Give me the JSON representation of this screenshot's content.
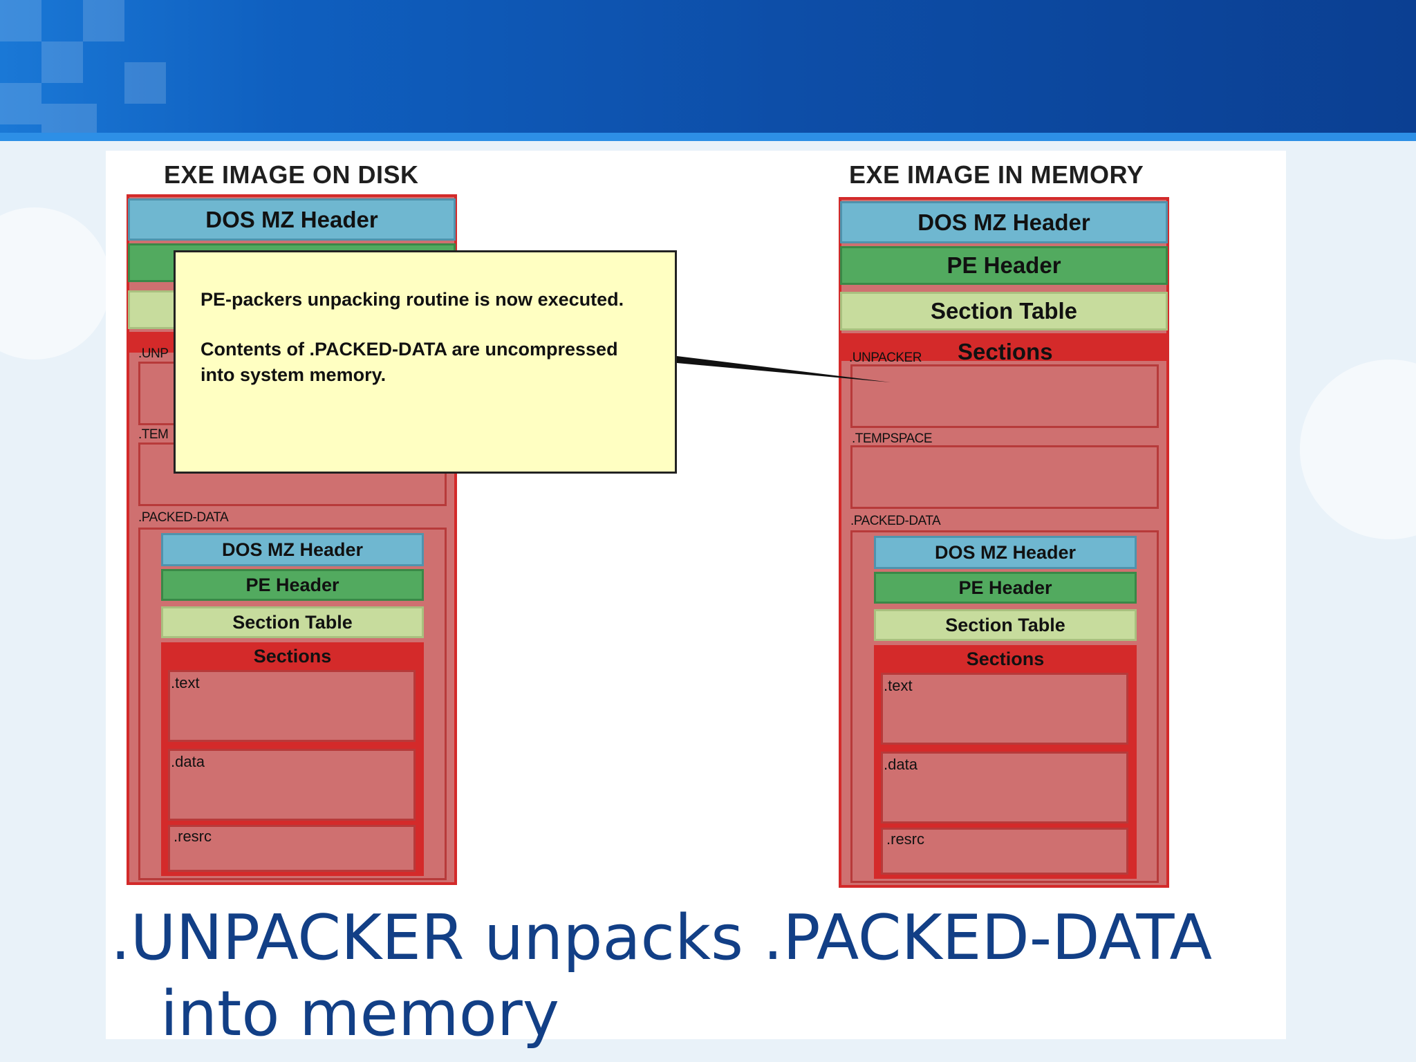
{
  "disk": {
    "title": "EXE IMAGE ON DISK",
    "dos_header": "DOS MZ Header",
    "unpacker_label": ".UNP",
    "tempspace_label": ".TEM",
    "packed_label": ".PACKED-DATA",
    "packed": {
      "dos_header": "DOS MZ Header",
      "pe_header": "PE Header",
      "section_table": "Section Table",
      "sections_title": "Sections",
      "text": ".text",
      "data": ".data",
      "resrc": ".resrc"
    }
  },
  "memory": {
    "title": "EXE IMAGE IN MEMORY",
    "dos_header": "DOS MZ Header",
    "pe_header": "PE Header",
    "section_table": "Section Table",
    "sections_title": "Sections",
    "unpacker_label": ".UNPACKER",
    "tempspace_label": ".TEMPSPACE",
    "packed_label": ".PACKED-DATA",
    "packed": {
      "dos_header": "DOS MZ Header",
      "pe_header": "PE Header",
      "section_table": "Section Table",
      "sections_title": "Sections",
      "text": ".text",
      "data": ".data",
      "resrc": ".resrc"
    }
  },
  "callout": {
    "line1": "PE-packers unpacking routine is now executed.",
    "line2": "Contents of .PACKED-DATA are uncompressed",
    "line3": "into system memory."
  },
  "caption": {
    "line1": ".UNPACKER unpacks .PACKED-DATA",
    "line2": "into memory"
  },
  "colors": {
    "header_bar": "#0d4ea8",
    "dos_header": "#6fb7d0",
    "pe_header": "#52aa5f",
    "section_table": "#c7dc9d",
    "sections": "#d42a2a",
    "section_fill": "#cf7070",
    "callout": "#ffffc2",
    "caption": "#123f86"
  }
}
